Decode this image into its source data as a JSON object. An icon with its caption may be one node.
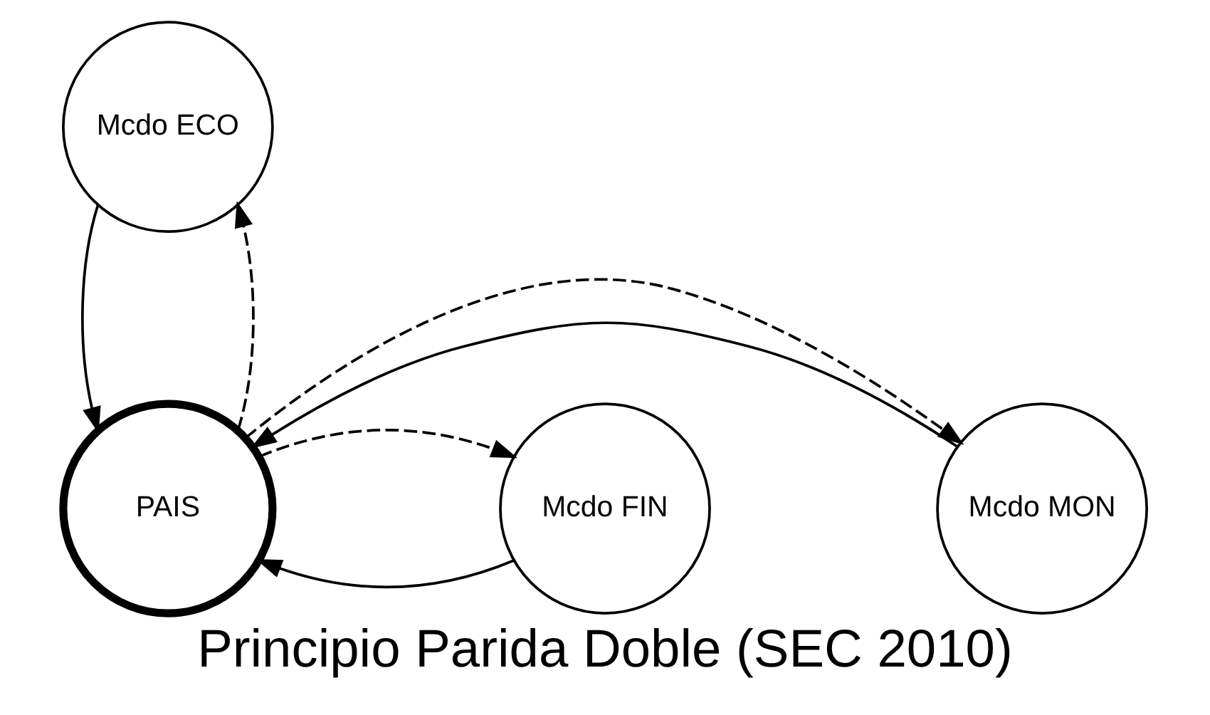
{
  "diagram": {
    "caption": "Principio Parida Doble (SEC 2010)",
    "nodes": [
      {
        "text": [
          "Mcdo ECO"
        ]
      },
      {
        "text": [
          "Mcdo MON"
        ]
      },
      {
        "text": [
          "PAIS"
        ]
      },
      {
        "text": [
          "Mcdo FIN"
        ]
      }
    ],
    "edges": [
      {
        "from": 0,
        "to": 2,
        "arrow": "to"
      },
      {
        "from": 2,
        "to": 0,
        "arrow": "to",
        "style": "dashed"
      },
      {
        "from": 1,
        "to": 2,
        "arrow": "to"
      },
      {
        "from": 2,
        "to": 1,
        "arrow": "to",
        "style": "dashed"
      },
      {
        "from": 3,
        "to": 2,
        "arrow": "to"
      },
      {
        "from": 2,
        "to": 3,
        "arrow": "to",
        "style": "dashed"
      }
    ]
  }
}
